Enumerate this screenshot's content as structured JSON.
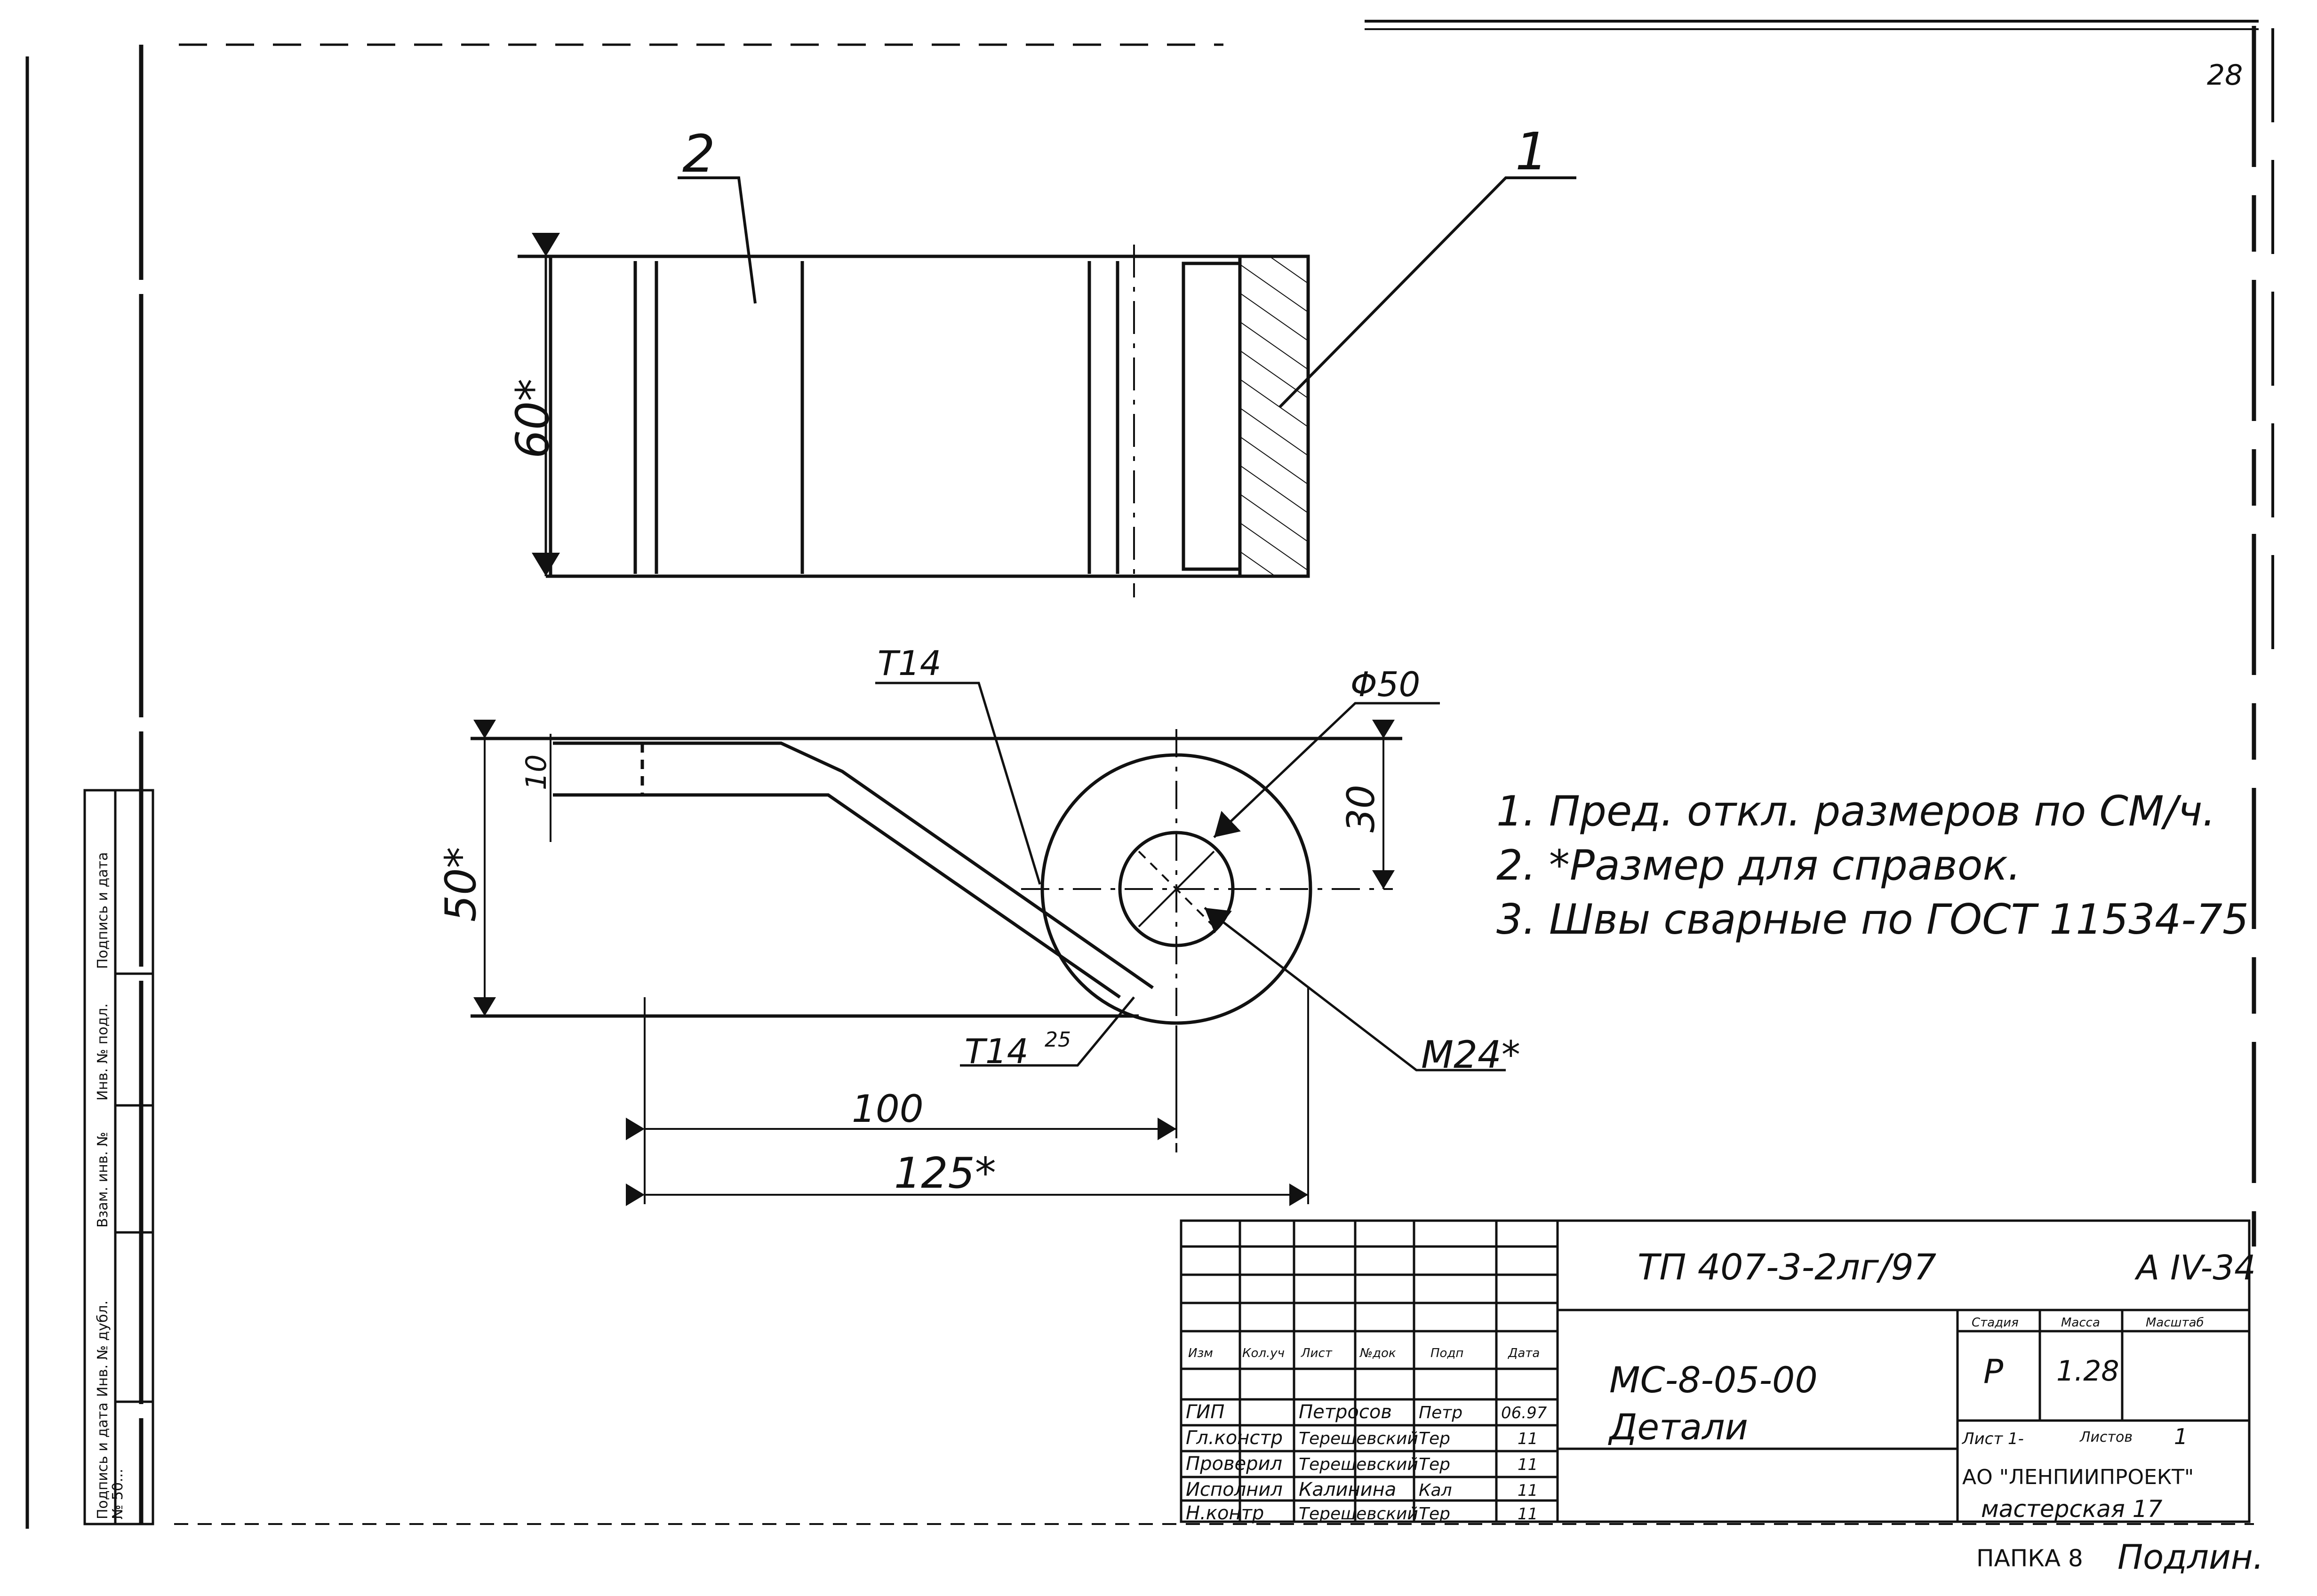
{
  "sheet_number": "28",
  "drawing": {
    "leader_2": "2",
    "leader_1": "1",
    "dim_height": "60*",
    "dim_T14": "T14",
    "dim_phi": "Φ50",
    "dim_10": "10",
    "dim_30": "30",
    "dim_50": "50*",
    "dim_T14_weld": "T14",
    "dim_T14_weld_sup": "25",
    "dim_M24": "M24*",
    "dim_100": "100",
    "dim_125": "125*"
  },
  "notes": [
    "1. Пред. откл. размеров по СМ/ч.",
    "2. *Размер для справок.",
    "3. Швы сварные по ГОСТ 11534-75"
  ],
  "side_stamp": {
    "cells": [
      "Инв. № подл.",
      "Подпись и дата",
      "Взам. инв. №",
      "Инв. № дубл.",
      "Подпись и дата"
    ],
    "bottom_text": "№ 50..."
  },
  "title_block": {
    "code": "ТП 407-3-2лг/97",
    "album": "А IV-34",
    "header_cols": [
      "Изм",
      "Кол.уч",
      "Лист",
      "№док",
      "Подп",
      "Дата"
    ],
    "staff": [
      {
        "role": "ГИП",
        "name": "Петросов",
        "sign": "Петр",
        "date": "06.97"
      },
      {
        "role": "Гл.констр",
        "name": "Терешевский",
        "sign": "Тер",
        "date": "11"
      },
      {
        "role": "Проверил",
        "name": "Терешевский",
        "sign": "Тер",
        "date": "11"
      },
      {
        "role": "Исполнил",
        "name": "Калинина",
        "sign": "Кал",
        "date": "11"
      },
      {
        "role": "Н.контр",
        "name": "Терешевский",
        "sign": "Тер",
        "date": "11"
      }
    ],
    "doc_number": "МС-8-05-00",
    "doc_title": "Детали",
    "stage_label": "Стадия",
    "mass_label": "Масса",
    "scale_label": "Масштаб",
    "stage": "Р",
    "mass": "1.28",
    "sheet_label": "Лист 1-",
    "sheets_label": "Листов",
    "sheets": "1",
    "org": "АО \"ЛЕНПИИПРОЕКТ\"",
    "workshop": "мастерская 17"
  },
  "footer": {
    "folder": "ПАПКА 8",
    "original": "Подлин."
  }
}
